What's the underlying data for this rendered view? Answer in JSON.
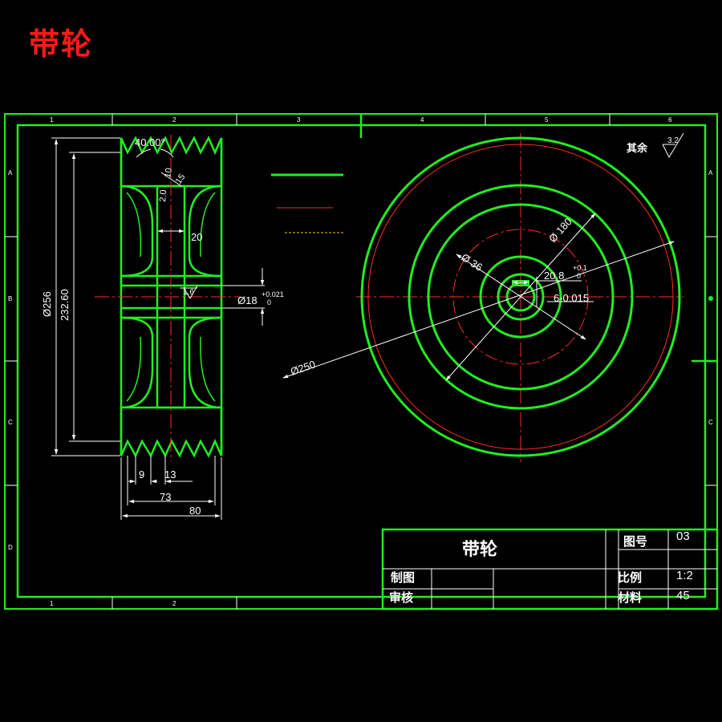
{
  "drawing": {
    "top_title": "带轮",
    "border_zone_columns": [
      "1",
      "2",
      "3",
      "4",
      "5",
      "6"
    ],
    "bottom_zone_columns": [
      "1",
      "2"
    ],
    "border_zone_rows": [
      "A",
      "B",
      "C",
      "D"
    ],
    "roughness_note": {
      "label": "其余",
      "value": "3.2"
    },
    "section_view": {
      "groove_angle": "40.00°",
      "groove_dims": [
        "15",
        "10",
        "2.0"
      ],
      "hub_width": "20",
      "diameter_outer": "Ø256",
      "diameter_pitch": "232.60",
      "bore_roughness": "1.6",
      "bore_diameter": "Ø18",
      "bore_tol_upper": "+0.021",
      "bore_tol_lower": "0",
      "groove_edge": "9",
      "groove_pitch": "13",
      "groove_span": "73",
      "total_width": "80"
    },
    "front_view": {
      "diameter_250": "Ø250",
      "diameter_180": "Ø 180",
      "diameter_36": "Ø 36",
      "keyway_depth": "20.8",
      "keyway_tol_upper": "+0.1",
      "keyway_tol_lower": "0",
      "keyway_width": "6-0.015"
    },
    "title_block": {
      "name": "带轮",
      "drawing_no_label": "图号",
      "drawing_no": "03",
      "drawn_label": "制图",
      "checked_label": "审核",
      "scale_label": "比例",
      "scale": "1:2",
      "material_label": "材料",
      "material": "45"
    }
  }
}
